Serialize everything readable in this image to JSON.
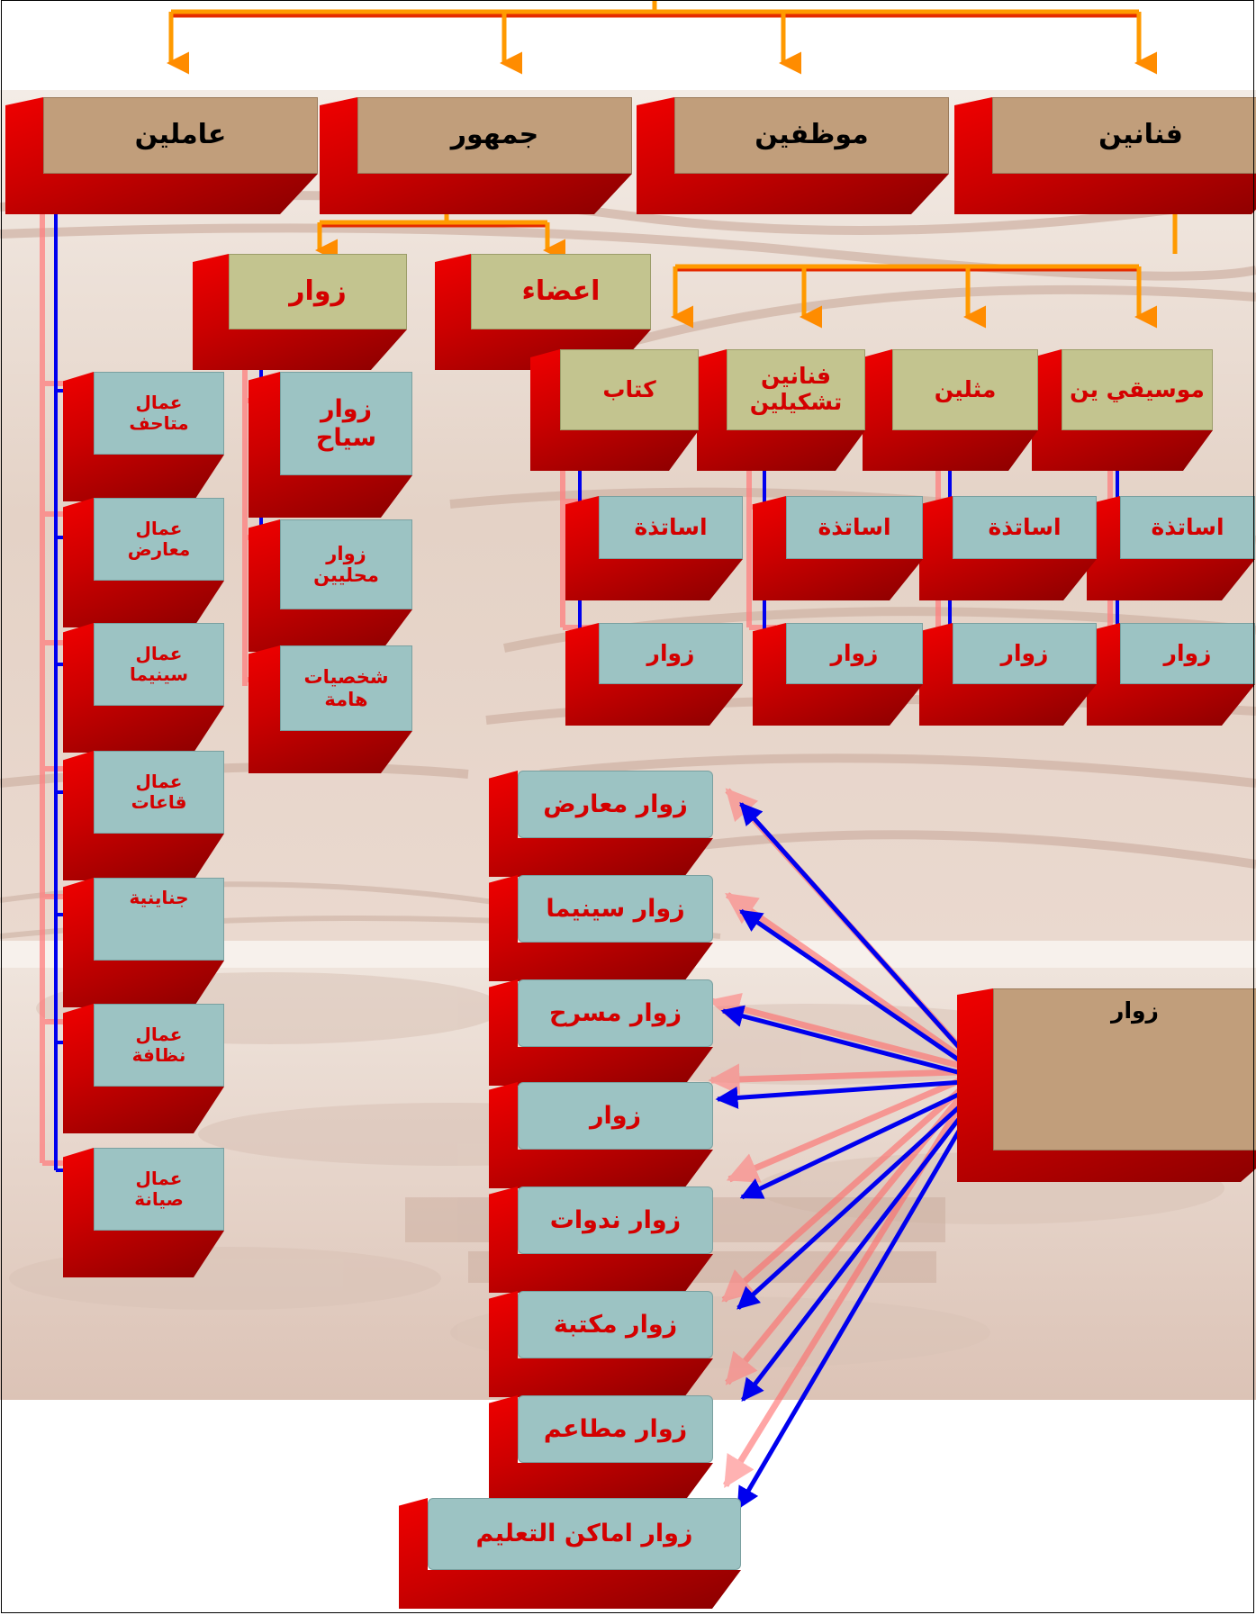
{
  "top_categories": [
    "فنانين",
    "موظفين",
    "جمهور",
    "عاملين"
  ],
  "artist_types": [
    "موسيقي ين",
    "مثلين",
    "فنانين تشكيلين",
    "كتاب"
  ],
  "artist_sub": {
    "professors": "اساتذة",
    "visitors": "زوار"
  },
  "audience_types": [
    "اعضاء",
    "زوار"
  ],
  "audience_visitor_types": [
    "زوار\nسياح",
    "زوار\nمحليين",
    "شخصيات\nهامة"
  ],
  "worker_types": [
    "عمال\nمتاحف",
    "عمال\nمعارض",
    "عمال\nسينيما",
    "عمال\nقاعات",
    "جناينية",
    "عمال\nنظافة",
    "عمال\nصيانة"
  ],
  "visitor_hub": "زوار",
  "visitor_destinations": [
    "زوار معارض",
    "زوار سينيما",
    "زوار مسرح",
    "زوار",
    "زوار ندوات",
    "زوار مكتبة",
    "زوار مطاعم",
    "زوار اماكن التعليم"
  ],
  "colors": {
    "tan": "#c19e7b",
    "olive": "#c3c48f",
    "teal": "#9cc3c3",
    "red_side": "#b30000",
    "orange_arrow": "#ff9a00",
    "blue_arrow": "#0000ee",
    "pink_arrow": "#ff7070",
    "label_red": "#d40000"
  }
}
